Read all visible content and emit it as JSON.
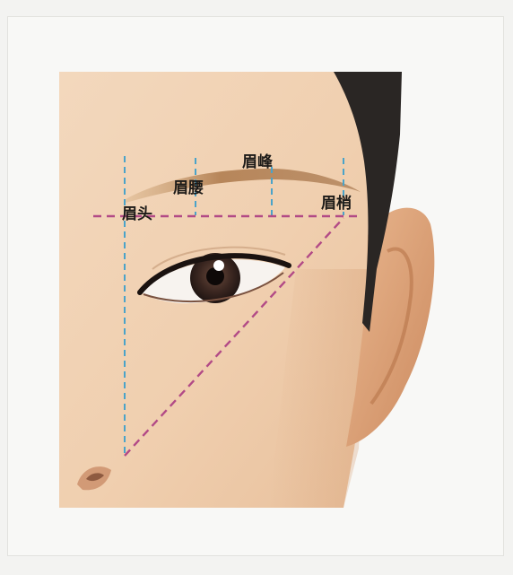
{
  "labels": {
    "brow_head": "眉头",
    "brow_waist": "眉腰",
    "brow_peak": "眉峰",
    "brow_tail": "眉梢"
  },
  "colors": {
    "vertical_guides": "#4aa3c9",
    "diagonal_guides": "#b24a86",
    "skin": "#f2d2b4",
    "hair": "#2a2624",
    "label_text": "#1c1a18"
  }
}
